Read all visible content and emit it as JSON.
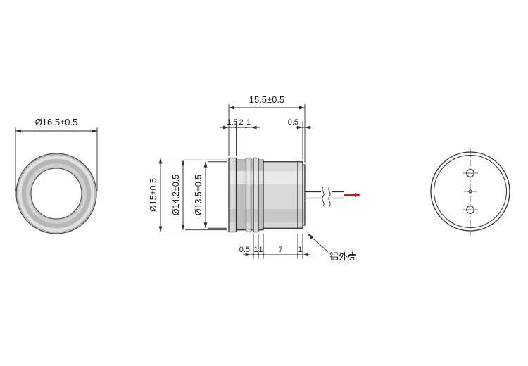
{
  "page": {
    "background": "#ffffff"
  },
  "front_view": {
    "diameter_label": "Ø16.5±0.5"
  },
  "side_view": {
    "total_length_label": "15.5±0.5",
    "top_dims": [
      "1.5",
      "2",
      "1",
      "0.5"
    ],
    "diameter_labels": [
      "Ø15±0.5",
      "Ø14.2±0.5",
      "Ø13.5±0.5"
    ],
    "bottom_dims": [
      "0.5",
      "1",
      "1",
      "7",
      "1"
    ],
    "material_label": "铝外壳"
  },
  "colors": {
    "line": "#2b2b2b",
    "wire_tip": "#e01010",
    "metal_mid": "#c6c6c6",
    "metal_body": "#d8d8d8"
  }
}
